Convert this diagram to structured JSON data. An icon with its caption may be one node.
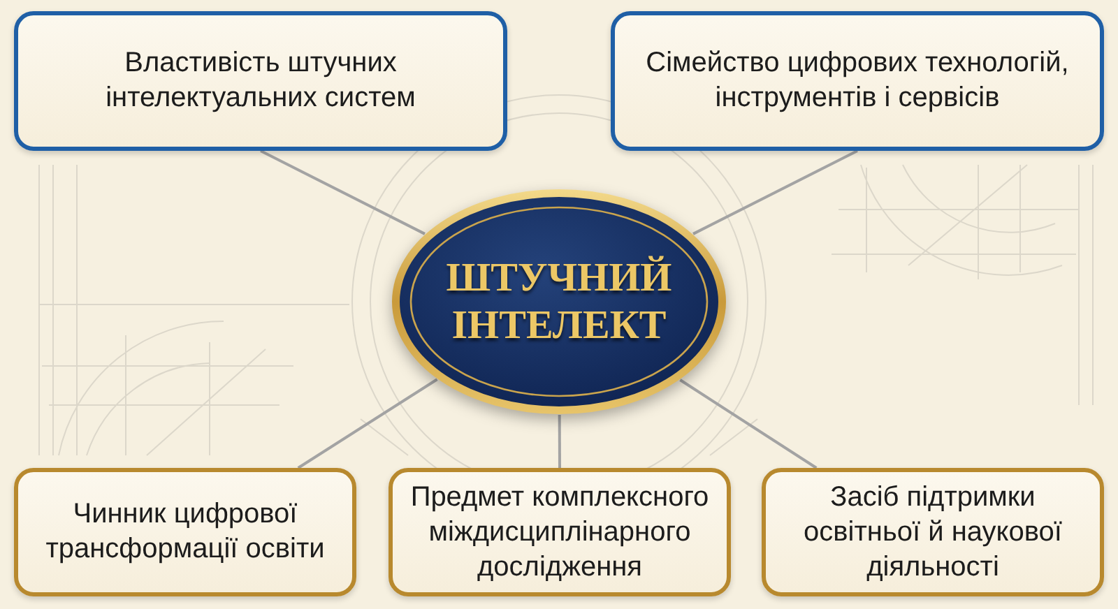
{
  "diagram": {
    "nodes": [
      {
        "text": [
          "Властивість штучних інтелектуальних систем"
        ]
      },
      {
        "text": [
          "Сімейство цифрових технологій, інструментів і сервісів"
        ]
      },
      {
        "text": [
          "ШТУЧНИЙ ІНТЕЛЕКТ"
        ]
      },
      {
        "text": [
          "Чинник цифрової трансформації освіти"
        ]
      },
      {
        "text": [
          "Предмет комплексного міждисциплінарного дослідження"
        ]
      },
      {
        "text": [
          "Засіб підтримки освітньої й наукової діяльності"
        ]
      }
    ],
    "edges": [
      {
        "from": 2,
        "to": 0,
        "arrow": "none"
      },
      {
        "from": 2,
        "to": 1,
        "arrow": "none"
      },
      {
        "from": 2,
        "to": 3,
        "arrow": "none"
      },
      {
        "from": 2,
        "to": 4,
        "arrow": "none"
      },
      {
        "from": 2,
        "to": 5,
        "arrow": "none"
      }
    ]
  }
}
